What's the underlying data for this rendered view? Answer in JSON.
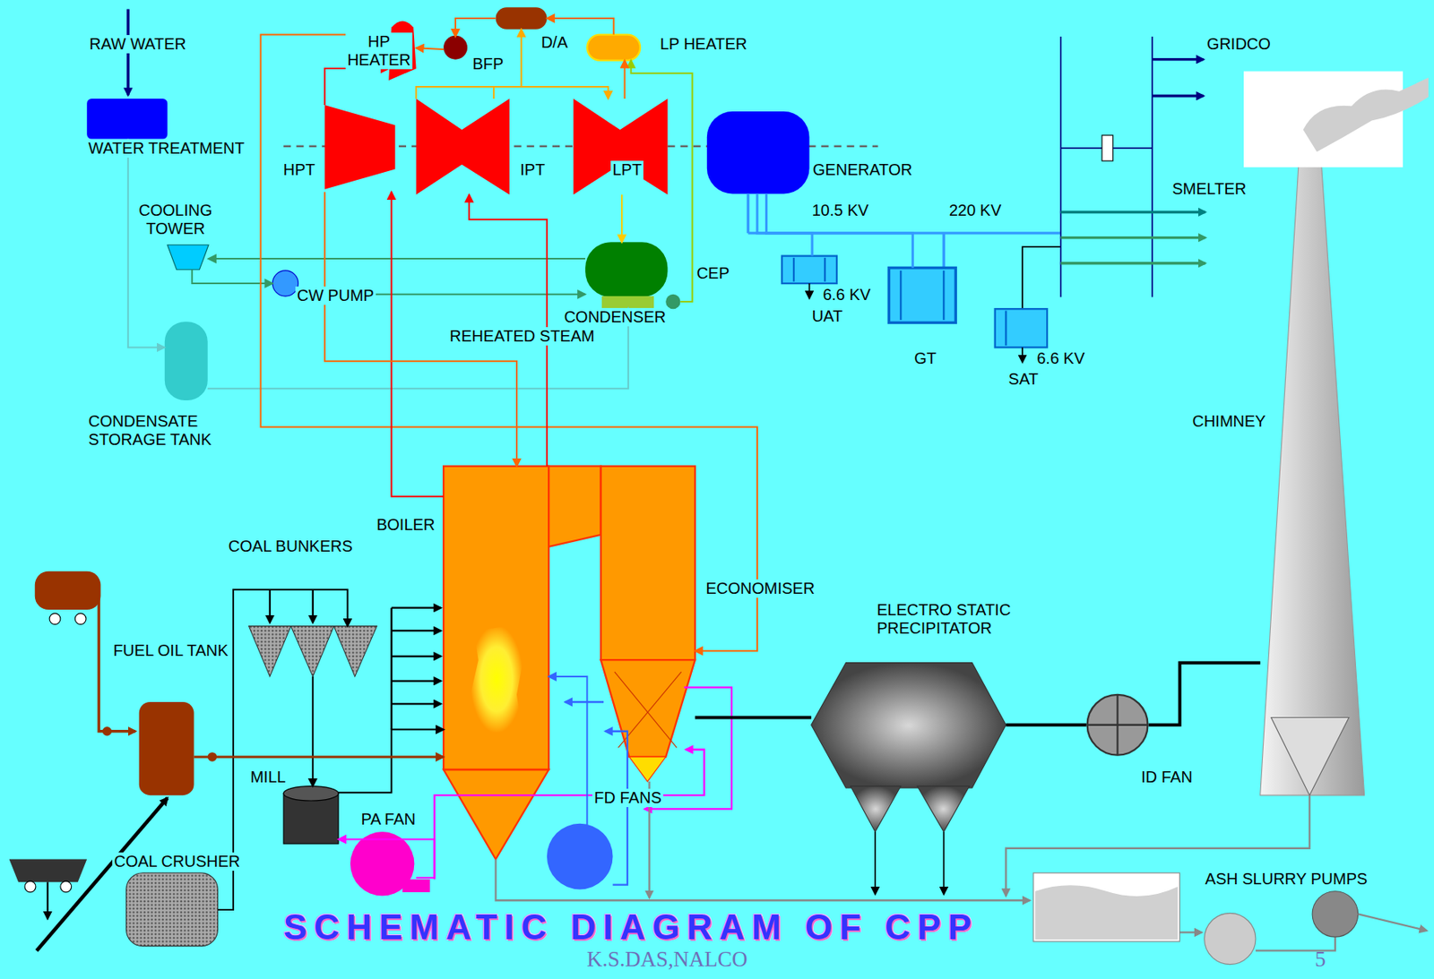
{
  "diagram": {
    "title": "SCHEMATIC DIAGRAM OF CPP",
    "nodes": [
      {
        "text": [
          "WATER TREATMENT"
        ]
      },
      {
        "text": [
          "HP HEATER"
        ]
      },
      {
        "text": [
          "BFP"
        ]
      },
      {
        "text": [
          "D/A"
        ]
      },
      {
        "text": [
          "LP HEATER"
        ]
      },
      {
        "text": [
          "HPT"
        ]
      },
      {
        "text": [
          "IPT"
        ]
      },
      {
        "text": [
          "LPT"
        ]
      },
      {
        "text": [
          "GENERATOR"
        ]
      },
      {
        "text": [
          "COOLING TOWER"
        ]
      },
      {
        "text": [
          "CW PUMP"
        ]
      },
      {
        "text": [
          "CONDENSER"
        ]
      },
      {
        "text": [
          "CEP"
        ]
      },
      {
        "text": [
          "CONDENSATE STORAGE TANK"
        ]
      },
      {
        "text": [
          "BOILER"
        ]
      },
      {
        "text": [
          "ECONOMISER"
        ]
      },
      {
        "text": [
          "COAL BUNKERS"
        ]
      },
      {
        "text": [
          "FUEL OIL TANK"
        ]
      },
      {
        "text": [
          "MILL"
        ]
      },
      {
        "text": [
          "PA FAN"
        ]
      },
      {
        "text": [
          "FD FANS"
        ]
      },
      {
        "text": [
          "COAL CRUSHER"
        ]
      },
      {
        "text": [
          "ELECTRO STATIC PRECIPITATOR"
        ]
      },
      {
        "text": [
          "ID FAN"
        ]
      },
      {
        "text": [
          "CHIMNEY"
        ]
      },
      {
        "text": [
          "ASH SLURRY PUMPS"
        ]
      },
      {
        "text": [
          "6.6 KV",
          "UAT"
        ]
      },
      {
        "text": [
          "GT"
        ]
      },
      {
        "text": [
          "6.6 KV",
          "SAT"
        ]
      }
    ],
    "edges": [
      {
        "from": 0,
        "to": 13,
        "arrow": "to"
      },
      {
        "from": 13,
        "to": 11,
        "arrow": "to"
      },
      {
        "from": 11,
        "to": 9,
        "arrow": "to"
      },
      {
        "from": 9,
        "to": 10,
        "arrow": "to"
      },
      {
        "from": 10,
        "to": 11,
        "arrow": "to"
      },
      {
        "from": 12,
        "to": 4,
        "arrow": "to"
      },
      {
        "from": 4,
        "to": 3,
        "arrow": "to"
      },
      {
        "from": 3,
        "to": 2,
        "arrow": "to"
      },
      {
        "from": 2,
        "to": 1,
        "arrow": "to"
      },
      {
        "from": 1,
        "to": 15,
        "arrow": "to"
      },
      {
        "from": 14,
        "to": 5,
        "arrow": "to"
      },
      {
        "from": 5,
        "to": 14,
        "arrow": "to"
      },
      {
        "from": 14,
        "to": 6,
        "arrow": "to"
      },
      {
        "from": 5,
        "to": 1,
        "arrow": "to"
      },
      {
        "from": 6,
        "to": 7,
        "arrow": "to"
      },
      {
        "from": 6,
        "to": 3,
        "arrow": "to"
      },
      {
        "from": 7,
        "to": 4,
        "arrow": "to"
      },
      {
        "from": 7,
        "to": 11,
        "arrow": "to"
      },
      {
        "from": 8,
        "to": 26,
        "arrow": "none"
      },
      {
        "from": 8,
        "to": 27,
        "arrow": "none"
      },
      {
        "from": 21,
        "to": 16,
        "arrow": "to"
      },
      {
        "from": 16,
        "to": 18,
        "arrow": "to"
      },
      {
        "from": 18,
        "to": 14,
        "arrow": "to"
      },
      {
        "from": 17,
        "to": 14,
        "arrow": "to"
      },
      {
        "from": 20,
        "to": 14,
        "arrow": "to"
      },
      {
        "from": 19,
        "to": 18,
        "arrow": "to"
      },
      {
        "from": 15,
        "to": 22,
        "arrow": "none"
      },
      {
        "from": 22,
        "to": 23,
        "arrow": "none"
      },
      {
        "from": 23,
        "to": 24,
        "arrow": "none"
      }
    ],
    "labels": [
      "RAW WATER",
      "REHEATED STEAM",
      "10.5 KV",
      "220 KV",
      "GRIDCO",
      "SMELTER",
      "K.S.DAS,NALCO",
      "5"
    ]
  }
}
